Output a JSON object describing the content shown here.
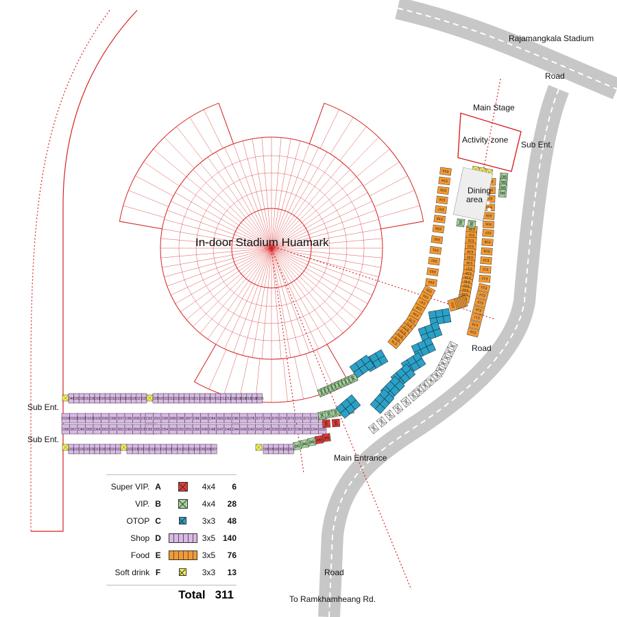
{
  "labels": {
    "rajamangkala": "Rajamangkala Stadium",
    "road_top": "Road",
    "road_mid": "Road",
    "road_bottom": "Road",
    "main_stage": "Main Stage",
    "activity_zone": "Activity zone",
    "sub_ent_right": "Sub Ent.",
    "sub_ent_left_1": "Sub Ent.",
    "sub_ent_left_2": "Sub Ent.",
    "dining_line1": "Dining",
    "dining_line2": "area",
    "stadium": "In-door Stadium Huamark",
    "main_entrance": "Main Entrance",
    "to_ramkhamheang": "To Ramkhamheang Rd."
  },
  "legend": {
    "rows": [
      {
        "name": "Super VIP.",
        "code": "A",
        "size": "4x4",
        "count": "6",
        "color": "#e53935"
      },
      {
        "name": "VIP.",
        "code": "B",
        "size": "4x4",
        "count": "28",
        "color": "#a5d69a"
      },
      {
        "name": "OTOP",
        "code": "C",
        "size": "3x3",
        "count": "48",
        "color": "#2aa1c8"
      },
      {
        "name": "Shop",
        "code": "D",
        "size": "3x5",
        "count": "140",
        "color": "#d9b8e6"
      },
      {
        "name": "Food",
        "code": "E",
        "size": "3x5",
        "count": "76",
        "color": "#f59a30"
      },
      {
        "name": "Soft drink",
        "code": "F",
        "size": "3x3",
        "count": "13",
        "color": "#f6f05a"
      }
    ],
    "total_label": "Total",
    "total_value": "311"
  },
  "stalls": {
    "shop_row1": [
      "D40",
      "D39",
      "D38",
      "D37",
      "D36",
      "D35",
      "D34",
      "D33",
      "D32",
      "D31",
      "D30",
      "D29",
      "D28",
      "D27",
      "D26",
      "D25",
      "D24",
      "D23",
      "D22",
      "D21",
      "D20",
      "D19",
      "D18",
      "D17",
      "D16",
      "D15",
      "D14",
      "D13",
      "D12",
      "D11",
      "D10",
      "D109",
      "D108",
      "D107",
      "D106",
      "D105"
    ],
    "shop_row2a": [
      "D104",
      "D103",
      "D102",
      "D101",
      "D100",
      "D99",
      "D98",
      "D97",
      "D96",
      "D95",
      "D94",
      "D93"
    ],
    "shop_row2b": [
      "D92",
      "D91",
      "D90",
      "D89",
      "D88",
      "D87",
      "D86",
      "D85",
      "D84",
      "D83",
      "D82",
      "D81"
    ],
    "shop_row2c": [
      "D80",
      "D79",
      "D78",
      "D77",
      "D76",
      "D75",
      "D74",
      "D73",
      "D72",
      "D71",
      "D70",
      "D69"
    ],
    "shop_row3a": [
      "D68",
      "D67",
      "D66",
      "D65",
      "D64",
      "D63",
      "D62",
      "D61",
      "D60",
      "D59",
      "D58",
      "D57"
    ],
    "shop_row3b": [
      "D56",
      "D55",
      "D54",
      "D53",
      "D52",
      "D51",
      "D50",
      "D49",
      "D48",
      "D47",
      "D46",
      "D45"
    ],
    "shop_row3c": [
      "D44",
      "D43",
      "D42",
      "D41",
      "D40",
      "D39",
      "D38",
      "D37",
      "D36",
      "D35",
      "D34",
      "D33"
    ],
    "shop_row4": [
      "D32",
      "D31",
      "D30",
      "D29",
      "D28",
      "D27",
      "D26",
      "D25",
      "D24",
      "D23",
      "D22",
      "D21",
      "D20",
      "D19",
      "D18",
      "D17",
      "D16",
      "D15",
      "D14",
      "D13",
      "D12",
      "D11",
      "D10",
      "D09",
      "D08",
      "D07",
      "D06",
      "D05",
      "D04",
      "D03",
      "D02",
      "D01"
    ],
    "bottom_misc": [
      "B10",
      "B09",
      "B08",
      "A04",
      "A03"
    ],
    "food_outer": [
      "E01",
      "E02",
      "E03",
      "E04",
      "E05",
      "E06",
      "E07",
      "E08",
      "E09",
      "E10",
      "E11",
      "E12",
      "E13",
      "E14",
      "E15",
      "E16",
      "E17",
      "E18",
      "E19"
    ],
    "food_mid": [
      "E30",
      "E31",
      "E32",
      "E33",
      "E34",
      "E35",
      "E36",
      "E37",
      "E38",
      "E39",
      "E40",
      "E41",
      "E42",
      "E43",
      "E44",
      "E45",
      "E46",
      "E47",
      "E48",
      "E49",
      "E50",
      "E51",
      "E52"
    ],
    "food_inner": [
      "E53",
      "E54",
      "E55",
      "E56",
      "E57",
      "E58",
      "E59",
      "E60",
      "E61",
      "E62",
      "E63",
      "E64",
      "E65",
      "E66",
      "E67",
      "E68",
      "E69",
      "E70",
      "E71",
      "E72",
      "E73",
      "E74",
      "E75",
      "E76"
    ],
    "vip_misc": [
      "B23",
      "B24",
      "B25",
      "B26",
      "B21",
      "B22",
      "B11",
      "B12",
      "B13",
      "B14",
      "B15",
      "B16",
      "B17",
      "B18",
      "B19",
      "B20",
      "A01",
      "A02"
    ],
    "shop_arc": [
      "G01",
      "G02",
      "G03",
      "G04",
      "G05",
      "G06",
      "G07",
      "G08",
      "G09",
      "G10",
      "G11",
      "G12",
      "G13",
      "G14",
      "G15"
    ]
  }
}
